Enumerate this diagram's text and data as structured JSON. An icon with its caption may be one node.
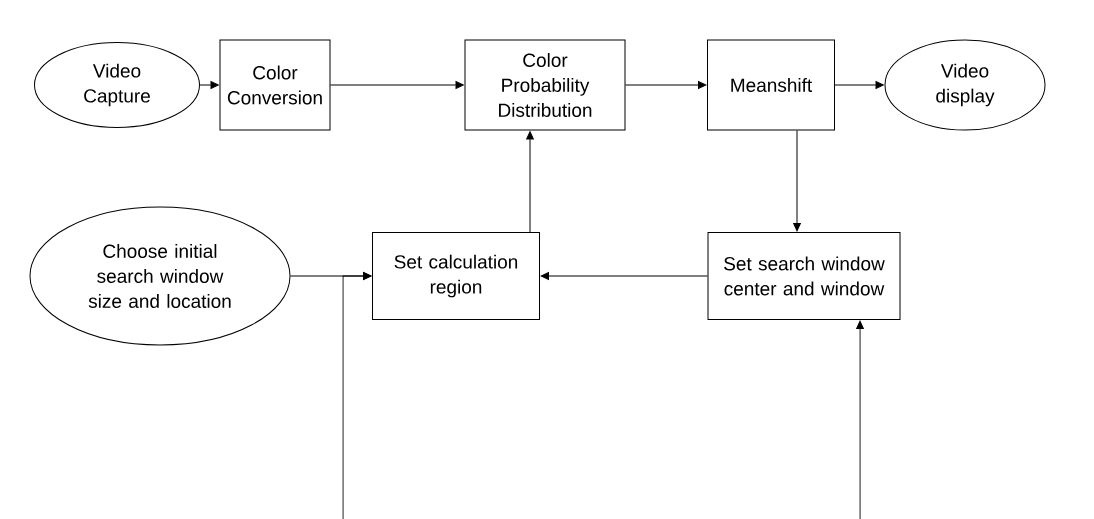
{
  "diagram": {
    "nodes": [
      {
        "text": [
          "Video Capture"
        ]
      },
      {
        "text": [
          "Color Conversion"
        ]
      },
      {
        "text": [
          "Color Probability Distribution"
        ]
      },
      {
        "text": [
          "Meanshift"
        ]
      },
      {
        "text": [
          "Video display"
        ]
      },
      {
        "text": [
          "Set calculation region"
        ]
      },
      {
        "text": [
          "Set search window center and window"
        ]
      },
      {
        "text": [
          "Choose initial search window size and location"
        ]
      }
    ],
    "edges": [
      {
        "from": 0,
        "to": 1,
        "arrow": "to"
      },
      {
        "from": 1,
        "to": 2,
        "arrow": "to"
      },
      {
        "from": 2,
        "to": 3,
        "arrow": "to"
      },
      {
        "from": 3,
        "to": 4,
        "arrow": "to"
      },
      {
        "from": 3,
        "to": 6,
        "arrow": "to"
      },
      {
        "from": 6,
        "to": 5,
        "arrow": "to"
      },
      {
        "from": 5,
        "to": 2,
        "arrow": "to"
      },
      {
        "from": 7,
        "to": 5,
        "arrow": "to"
      },
      {
        "from": null,
        "to": 5,
        "arrow": "to"
      },
      {
        "from": null,
        "to": 6,
        "arrow": "to"
      }
    ]
  }
}
